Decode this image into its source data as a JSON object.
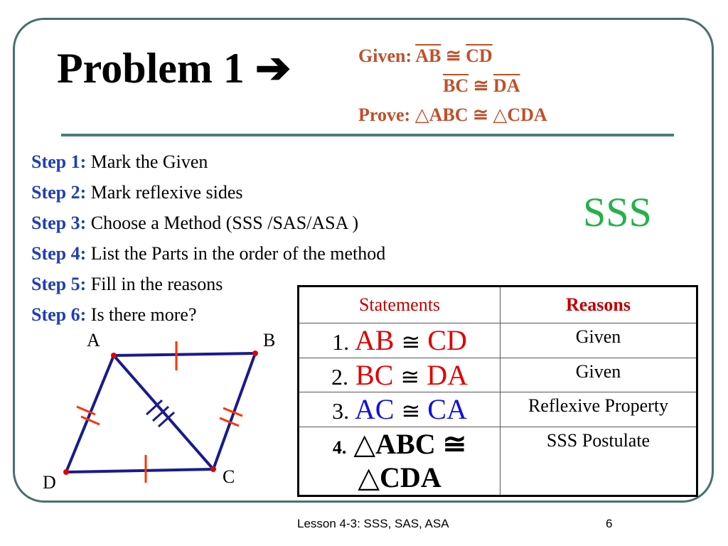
{
  "slide": {
    "title": "Problem 1 ➔",
    "given_label": "Given:",
    "given_1": "AB",
    "given_1b": "CD",
    "given_2": "BC",
    "given_2b": "DA",
    "prove_label": "Prove:",
    "prove_1": "ABC",
    "prove_2": "CDA",
    "cong": "≅",
    "tri": "△",
    "method": "SSS"
  },
  "steps": [
    {
      "label": "Step 1:",
      "text": "Mark the Given"
    },
    {
      "label": "Step 2:",
      "text": "Mark reflexive sides"
    },
    {
      "label": "Step 3:",
      "text": "Choose a Method (SSS /SAS/ASA )"
    },
    {
      "label": "Step 4:",
      "text": "List the Parts in the order of the method"
    },
    {
      "label": "Step 5:",
      "text": "Fill in the reasons"
    },
    {
      "label": "Step 6:",
      "text": "Is there more?"
    }
  ],
  "table": {
    "headers": [
      "Statements",
      "Reasons"
    ],
    "rows": [
      {
        "num": "1.",
        "left": "AB",
        "right": "CD",
        "reason": "Given"
      },
      {
        "num": "2.",
        "left": "BC",
        "right": "DA",
        "reason": "Given"
      },
      {
        "num": "3.",
        "left": "AC",
        "right": "CA",
        "reason": "Reflexive Property"
      },
      {
        "num": "4.",
        "left": "ABC",
        "right": "CDA",
        "reason": "SSS Postulate"
      }
    ]
  },
  "diagram": {
    "labels": {
      "A": "A",
      "B": "B",
      "C": "C",
      "D": "D"
    }
  },
  "footer": {
    "lesson": "Lesson 4-3: SSS, SAS, ASA",
    "page": "6"
  },
  "colors": {
    "given": "#c0502a",
    "step_label": "#1f3fb3",
    "method": "#25b14b",
    "header": "#c00000",
    "red": "#e00000",
    "blue": "#1010e0",
    "figure": "#1a1a8c",
    "ticks": "#ff3300"
  }
}
